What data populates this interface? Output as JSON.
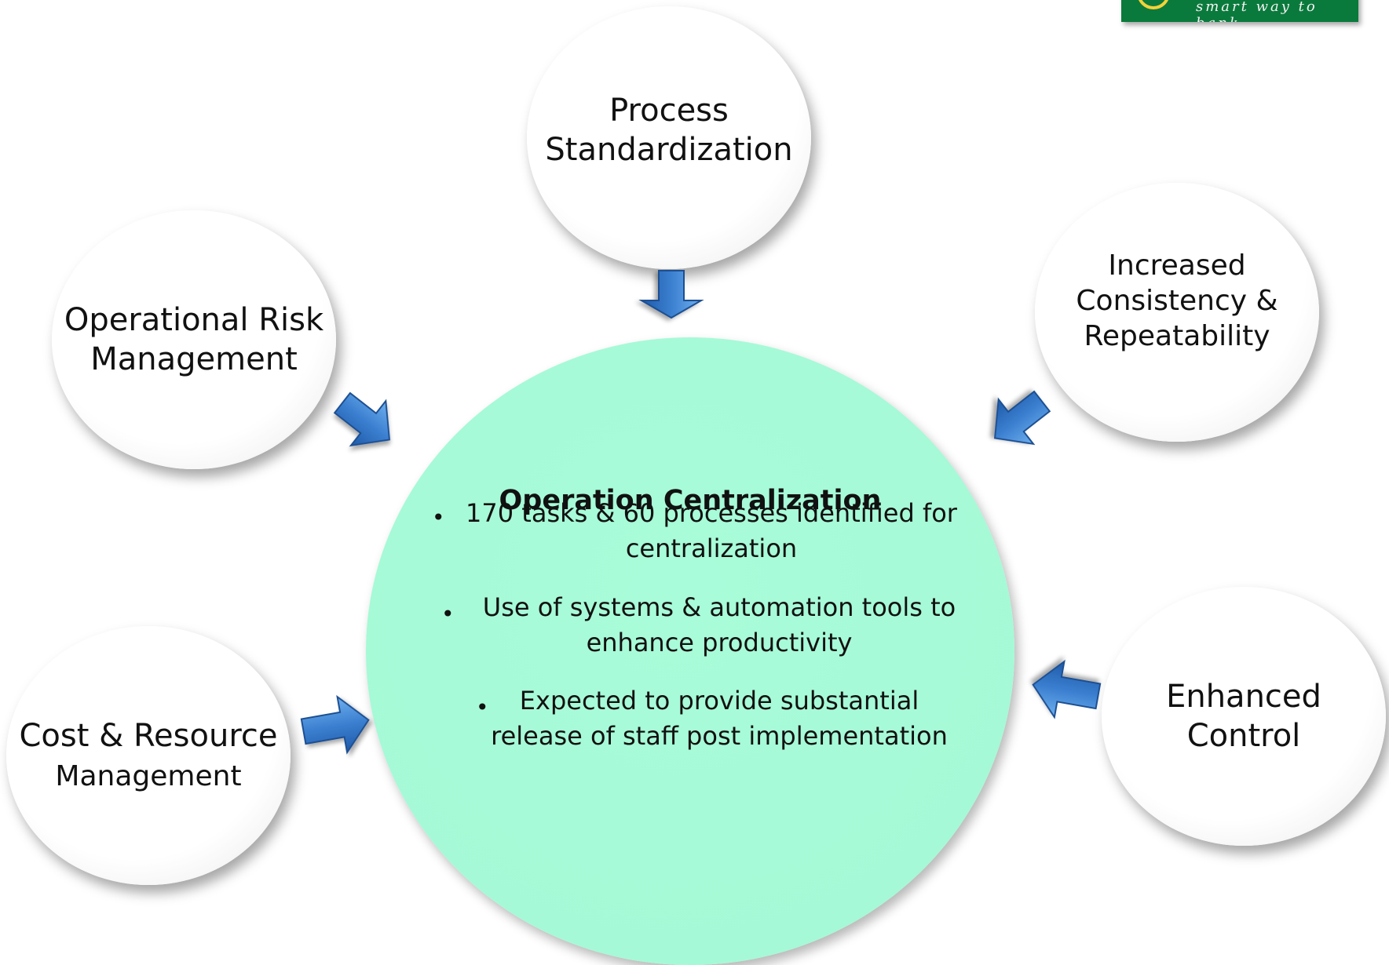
{
  "logo": {
    "tagline": "smart way to bank"
  },
  "bubbles": {
    "top": {
      "line1": "Process",
      "line2": "Standardization"
    },
    "left_upper": {
      "line1": "Operational Risk",
      "line2": "Management"
    },
    "right_upper": {
      "line1": "Increased",
      "line2": "Consistency &",
      "line3": "Repeatability"
    },
    "left_lower": {
      "line1": "Cost & Resource",
      "line2": "Management"
    },
    "right_lower": {
      "line1": "Enhanced",
      "line2": "Control"
    }
  },
  "center": {
    "title": "Operation Centralization",
    "bullet_symbol": "•",
    "points": [
      {
        "line1": "170 tasks & 60 processes identified for",
        "line2": "centralization"
      },
      {
        "line1": "Use of systems & automation tools to",
        "line2": "enhance productivity"
      },
      {
        "line1": "Expected to provide substantial",
        "line2": "release of staff post implementation"
      }
    ]
  },
  "colors": {
    "center_fill": "#a6f9d6",
    "arrow_fill": "#3b7fd0",
    "logo_bg": "#0a7a3c",
    "logo_accent": "#f2d23a"
  },
  "icons": [
    "logo-emblem",
    "arrow-down",
    "arrow-down-right",
    "arrow-down-left",
    "arrow-right",
    "arrow-left"
  ]
}
